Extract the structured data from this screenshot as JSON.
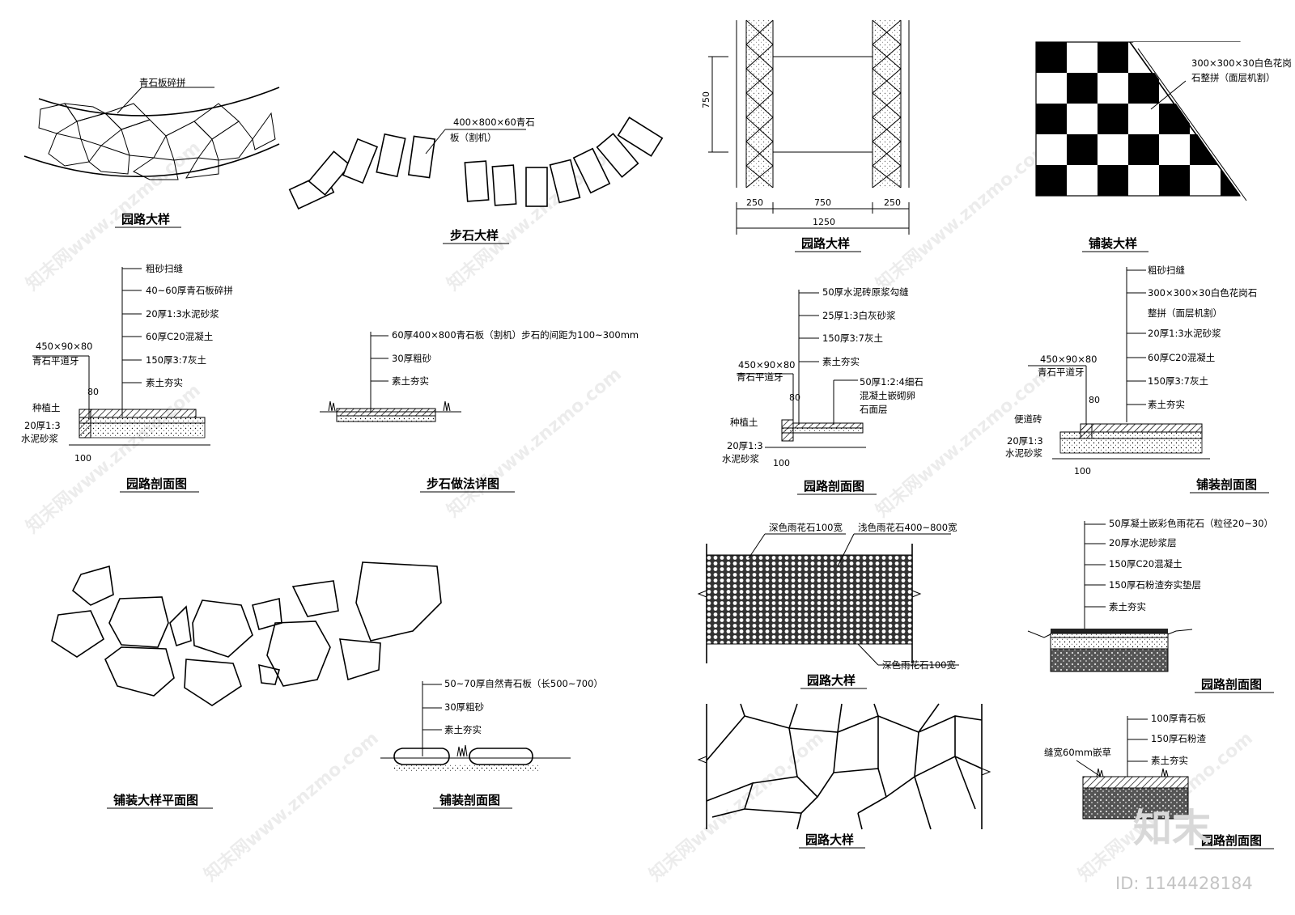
{
  "watermark": {
    "text": "知末网www.znzmo.com",
    "brand": "知末",
    "id": "ID: 1144428184"
  },
  "titles": {
    "path_detail_1": "园路大样",
    "stepping_stone_detail": "步石大样",
    "path_detail_2": "园路大样",
    "paving_detail": "铺装大样",
    "path_section_1": "园路剖面图",
    "stepping_stone_method": "步石做法详图",
    "path_section_2": "园路剖面图",
    "paving_section_1": "铺装剖面图",
    "paving_plan": "铺装大样平面图",
    "paving_section_2": "铺装剖面图",
    "path_detail_3": "园路大样",
    "path_section_3": "园路剖面图",
    "path_detail_4": "园路大样",
    "path_section_4": "园路剖面图"
  },
  "plan_labels": {
    "bluestone_crazy": "青石板碎拼",
    "bluestone_slab_1": "400×800×60青石",
    "bluestone_slab_2": "板（割机）",
    "granite_1": "300×300×30白色花岗",
    "granite_2": "石整拼（面层机割）",
    "dark_pebble_top": "深色雨花石100宽",
    "light_pebble": "浅色雨花石400~800宽",
    "dark_pebble_bottom": "深色雨花石100宽"
  },
  "dims": {
    "width_750": "750",
    "left_250": "250",
    "mid_750": "750",
    "right_250": "250",
    "total_1250": "1250"
  },
  "section1": {
    "layers": [
      "粗砂扫缝",
      "40~60厚青石板碎拼",
      "20厚1:3水泥砂浆",
      "60厚C20混凝土",
      "150厚3:7灰土",
      "素土夯实"
    ],
    "curb_size": "450×90×80",
    "curb_name": "青石平道牙",
    "h80": "80",
    "plant_soil": "种植土",
    "mortar1": "20厚1:3",
    "mortar2": "水泥砂浆",
    "w100": "100"
  },
  "section2": {
    "layers": [
      "60厚400×800青石板（割机）步石的间距为100~300mm",
      "30厚粗砂",
      "素土夯实"
    ]
  },
  "section3": {
    "layers": [
      "50厚水泥砖原浆勾缝",
      "25厚1:3白灰砂浆",
      "150厚3:7灰土",
      "素土夯实"
    ],
    "side_1": "50厚1:2:4细石",
    "side_2": "混凝土嵌砌卵",
    "side_3": "石面层",
    "curb_size": "450×90×80",
    "curb_name": "青石平道牙",
    "h80": "80",
    "plant_soil": "种植土",
    "mortar1": "20厚1:3",
    "mortar2": "水泥砂浆",
    "w100": "100"
  },
  "section4": {
    "layers": [
      "粗砂扫缝",
      "300×300×30白色花岗石",
      "整拼（面层机割）",
      "20厚1:3水泥砂浆",
      "60厚C20混凝土",
      "150厚3:7灰土",
      "素土夯实"
    ],
    "curb_size": "450×90×80",
    "curb_name": "青石平道牙",
    "h80": "80",
    "sidewalk_brick": "便道砖",
    "mortar1": "20厚1:3",
    "mortar2": "水泥砂浆",
    "w100": "100"
  },
  "section5": {
    "layers": [
      "50~70厚自然青石板（长500~700）",
      "30厚粗砂",
      "素土夯实"
    ]
  },
  "section6": {
    "layers": [
      "50厚凝土嵌彩色雨花石（粒径20~30）",
      "20厚水泥砂浆层",
      "150厚C20混凝土",
      "150厚石粉渣夯实垫层",
      "素土夯实"
    ]
  },
  "section7": {
    "layers": [
      "100厚青石板",
      "150厚石粉渣",
      "素土夯实"
    ],
    "gap": "缝宽60mm嵌草"
  }
}
